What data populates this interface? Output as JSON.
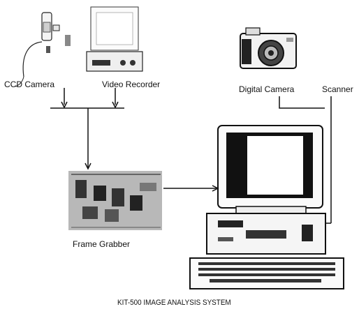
{
  "labels": {
    "ccd_camera": "CCD Camera",
    "video_recorder": "Video Recorder",
    "digital_camera": "Digital Camera",
    "scanner": "Scanner",
    "frame_grabber": "Frame Grabber",
    "title": "KIT-500 IMAGE ANALYSIS SYSTEM"
  },
  "devices": {
    "ccd_camera_icon": "ccd-camera-icon",
    "video_recorder_icon": "video-recorder-icon",
    "digital_camera_icon": "digital-camera-icon",
    "frame_grabber_icon": "frame-grabber-board-icon",
    "computer_icon": "desktop-computer-icon"
  }
}
